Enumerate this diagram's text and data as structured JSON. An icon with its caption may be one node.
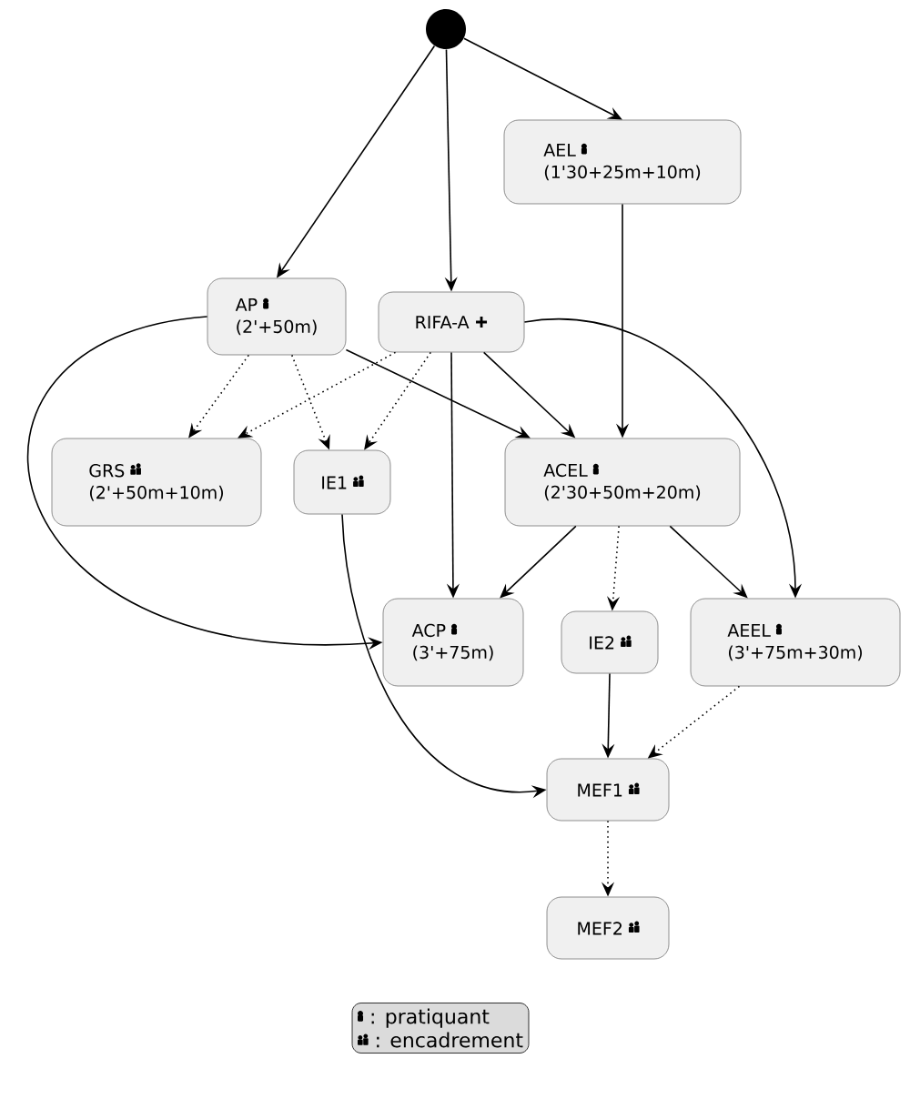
{
  "diagram": {
    "nodes": [
      {
        "text": [],
        "shape": "circle"
      },
      {
        "text": [
          "AEL",
          "(1'30+25m+10m)"
        ]
      },
      {
        "text": [
          "AP",
          "(2'+50m)"
        ]
      },
      {
        "text": [
          "RIFA-A"
        ]
      },
      {
        "text": [
          "GRS",
          "(2'+50m+10m)"
        ]
      },
      {
        "text": [
          "IE1"
        ]
      },
      {
        "text": [
          "ACEL",
          "(2'30+50m+20m)"
        ]
      },
      {
        "text": [
          "ACP",
          "(3'+75m)"
        ]
      },
      {
        "text": [
          "IE2"
        ]
      },
      {
        "text": [
          "AEEL",
          "(3'+75m+30m)"
        ]
      },
      {
        "text": [
          "MEF1"
        ]
      },
      {
        "text": [
          "MEF2"
        ]
      }
    ],
    "edges": [
      {
        "from": 0,
        "to": 2,
        "arrow": "to"
      },
      {
        "from": 0,
        "to": 3,
        "arrow": "to"
      },
      {
        "from": 0,
        "to": 1,
        "arrow": "to"
      },
      {
        "from": 1,
        "to": 6,
        "arrow": "to"
      },
      {
        "from": 2,
        "to": 4,
        "arrow": "to",
        "style": "dashed"
      },
      {
        "from": 2,
        "to": 5,
        "arrow": "to",
        "style": "dashed"
      },
      {
        "from": 2,
        "to": 6,
        "arrow": "to"
      },
      {
        "from": 2,
        "to": 7,
        "arrow": "to"
      },
      {
        "from": 3,
        "to": 4,
        "arrow": "to",
        "style": "dashed"
      },
      {
        "from": 3,
        "to": 5,
        "arrow": "to",
        "style": "dashed"
      },
      {
        "from": 3,
        "to": 6,
        "arrow": "to"
      },
      {
        "from": 3,
        "to": 7,
        "arrow": "to"
      },
      {
        "from": 3,
        "to": 9,
        "arrow": "to"
      },
      {
        "from": 5,
        "to": 10,
        "arrow": "to"
      },
      {
        "from": 6,
        "to": 7,
        "arrow": "to"
      },
      {
        "from": 6,
        "to": 8,
        "arrow": "to",
        "style": "dashed"
      },
      {
        "from": 6,
        "to": 9,
        "arrow": "to"
      },
      {
        "from": 8,
        "to": 10,
        "arrow": "to"
      },
      {
        "from": 9,
        "to": 10,
        "arrow": "to",
        "style": "dashed"
      },
      {
        "from": 10,
        "to": 11,
        "arrow": "to",
        "style": "dashed"
      }
    ],
    "legend": [
      {
        "text": ": pratiquant"
      },
      {
        "text": ": encadrement"
      }
    ]
  }
}
